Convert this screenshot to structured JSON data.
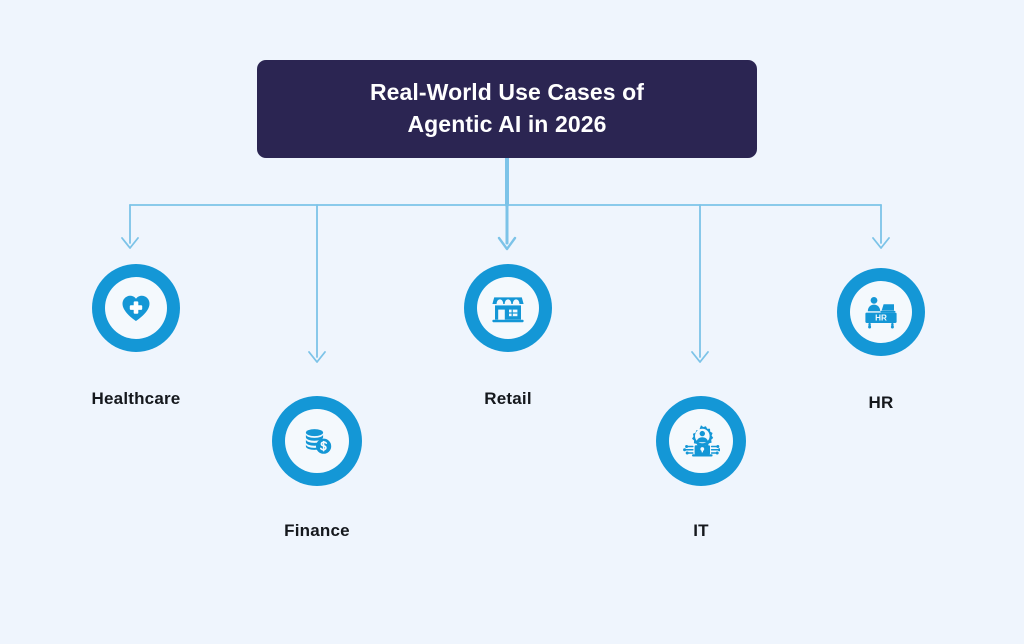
{
  "page": {
    "background_color": "#eff5fd",
    "accent_color": "#1497d6",
    "connector_color": "#7cc3e8",
    "title_box_color": "#2b2552",
    "label_color": "#15181d"
  },
  "title": {
    "line1": "Real-World Use Cases of",
    "line2": "Agentic AI in 2026"
  },
  "nodes": [
    {
      "id": "healthcare",
      "label": "Healthcare",
      "icon": "heart-plus-icon"
    },
    {
      "id": "finance",
      "label": "Finance",
      "icon": "coins-dollar-icon"
    },
    {
      "id": "retail",
      "label": "Retail",
      "icon": "storefront-icon"
    },
    {
      "id": "it",
      "label": "IT",
      "icon": "gear-user-laptop-icon"
    },
    {
      "id": "hr",
      "label": "HR",
      "icon": "hr-desk-icon",
      "desk_text": "HR"
    }
  ]
}
